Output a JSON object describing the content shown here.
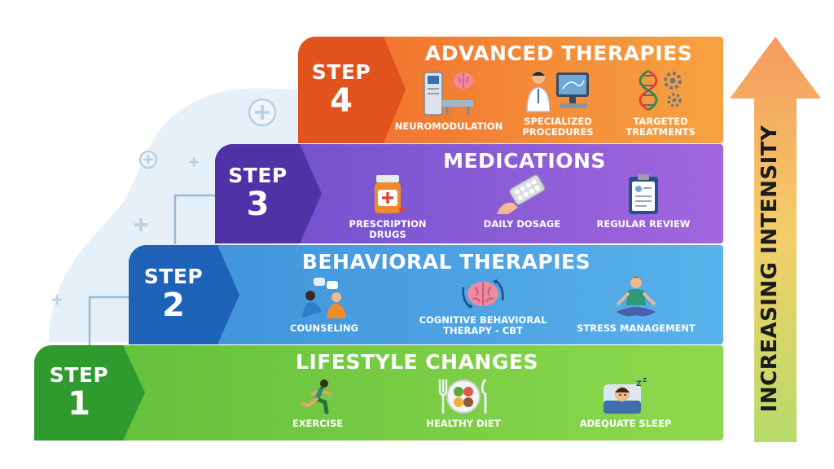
{
  "step_word": "STEP",
  "steps": [
    {
      "number": "1",
      "title": "LIFESTYLE CHANGES",
      "items": [
        {
          "label": "EXERCISE",
          "icon": "running-person-icon"
        },
        {
          "label": "HEALTHY DIET",
          "icon": "healthy-plate-icon"
        },
        {
          "label": "ADEQUATE SLEEP",
          "icon": "sleeping-person-icon"
        }
      ]
    },
    {
      "number": "2",
      "title": "BEHAVIORAL THERAPIES",
      "items": [
        {
          "label": "COUNSELING",
          "icon": "counseling-icon"
        },
        {
          "label": "COGNITIVE BEHAVIORAL\nTHERAPY - CBT",
          "icon": "brain-cycle-icon"
        },
        {
          "label": "STRESS MANAGEMENT",
          "icon": "meditation-icon"
        }
      ]
    },
    {
      "number": "3",
      "title": "MEDICATIONS",
      "items": [
        {
          "label": "PRESCRIPTION\nDRUGS",
          "icon": "pill-bottle-icon"
        },
        {
          "label": "DAILY DOSAGE",
          "icon": "pill-pack-icon"
        },
        {
          "label": "REGULAR REVIEW",
          "icon": "clipboard-icon"
        }
      ]
    },
    {
      "number": "4",
      "title": "ADVANCED THERAPIES",
      "items": [
        {
          "label": "NEUROMODULATION",
          "icon": "neuromodulation-machine-icon"
        },
        {
          "label": "SPECIALIZED\nPROCEDURES",
          "icon": "doctor-monitor-icon"
        },
        {
          "label": "TARGETED\nTREATMENTS",
          "icon": "dna-gears-icon"
        }
      ]
    }
  ],
  "intensity_label": "INCREASING INTENSITY",
  "colors": {
    "step1": "#5fbd3a",
    "step2": "#3d8fd8",
    "step3": "#6b4fcc",
    "step4": "#f06a2b",
    "arrow_top": "#f59a5e",
    "arrow_bottom": "#b6dc6a"
  }
}
